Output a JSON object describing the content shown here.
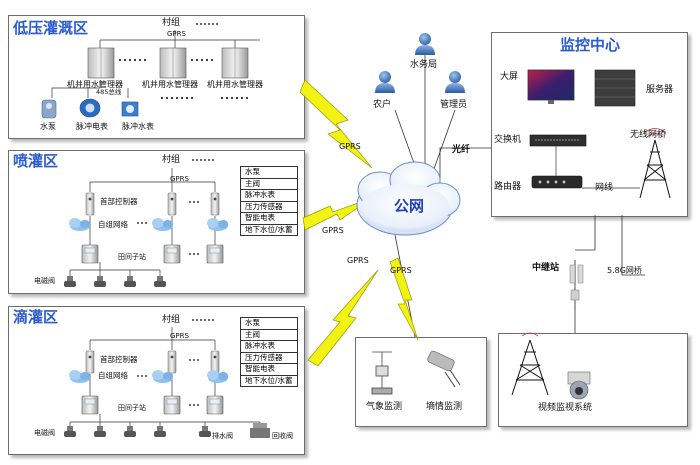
{
  "zone_low": {
    "title": "低压灌溉区",
    "village": "村组",
    "gprs": "GPRS",
    "bus": "485总线",
    "manager_label": "机井用水管理器",
    "devices": [
      "水泵",
      "脉冲电表",
      "脉冲水表"
    ]
  },
  "zone_spray": {
    "title": "喷灌区",
    "village": "村组",
    "gprs": "GPRS",
    "controller": "首部控制器",
    "network": "自组网络",
    "substation": "田间子站",
    "valve": "电磁阀",
    "sensors": [
      "水泵",
      "主阀",
      "脉冲水表",
      "压力传感器",
      "智能电表",
      "地下水位/水蓄"
    ]
  },
  "zone_drip": {
    "title": "滴灌区",
    "village": "村组",
    "gprs": "GPRS",
    "controller": "首部控制器",
    "network": "自组网络",
    "substation": "田间子站",
    "valve": "电磁阀",
    "drain": "排水阀",
    "recovery": "回收阀",
    "sensors": [
      "水泵",
      "主阀",
      "脉冲水表",
      "压力传感器",
      "智能电表",
      "地下水位/水蓄"
    ]
  },
  "center": {
    "public_net": "公网",
    "gprs": "GPRS",
    "water_bureau": "水务局",
    "farmer": "农户",
    "admin": "管理员",
    "fiber": "光纤"
  },
  "monitor": {
    "title": "监控中心",
    "screen": "大屏",
    "server": "服务器",
    "switch": "交换机",
    "router": "路由器",
    "wireless_bridge": "无线网桥",
    "cable": "网线"
  },
  "relay": {
    "label": "中继站",
    "bridge": "5.8G网桥"
  },
  "env": {
    "weather": "气象监测",
    "soil": "墒情监测"
  },
  "video": {
    "label": "视频监视系统"
  },
  "colors": {
    "title_blue": "#2a5bd0",
    "cloud_blue": "#2040c0",
    "lightning": "#f2f214",
    "panel_border": "#6d6d6d"
  }
}
